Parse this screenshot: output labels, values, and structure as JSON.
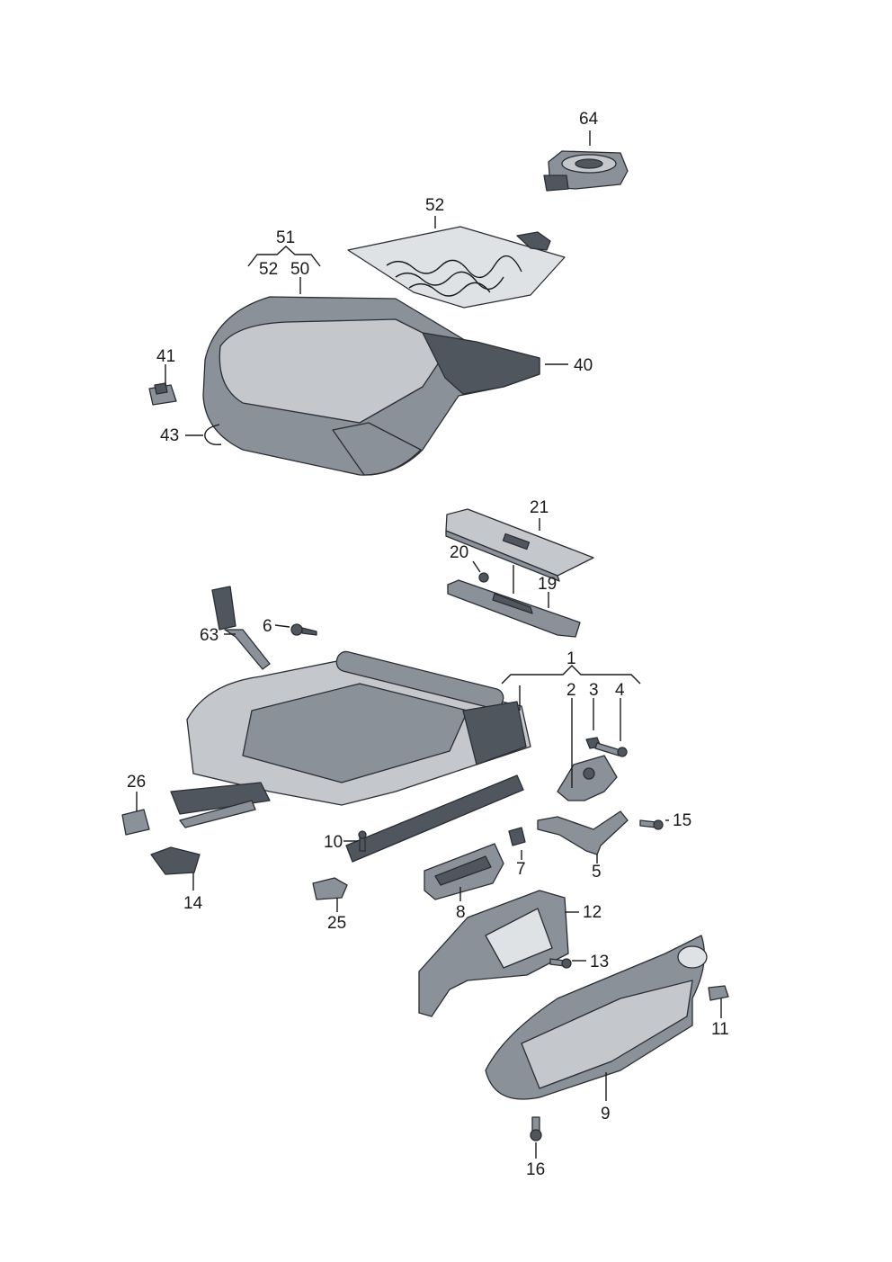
{
  "labels": {
    "p1": "1",
    "p2": "2",
    "p3": "3",
    "p4": "4",
    "p5": "5",
    "p6": "6",
    "p7": "7",
    "p8": "8",
    "p9": "9",
    "p10": "10",
    "p11": "11",
    "p12": "12",
    "p13": "13",
    "p14": "14",
    "p15": "15",
    "p16": "16",
    "p19": "19",
    "p20": "20",
    "p21": "21",
    "p25": "25",
    "p26": "26",
    "p40": "40",
    "p41": "41",
    "p43": "43",
    "p50": "50",
    "p51": "51",
    "p52a": "52",
    "p52b": "52",
    "p63": "63",
    "p64": "64"
  },
  "colors": {
    "dark": "#4f565e",
    "mid": "#8a9199",
    "light": "#c4c8cd",
    "line": "#1a1a1a"
  }
}
